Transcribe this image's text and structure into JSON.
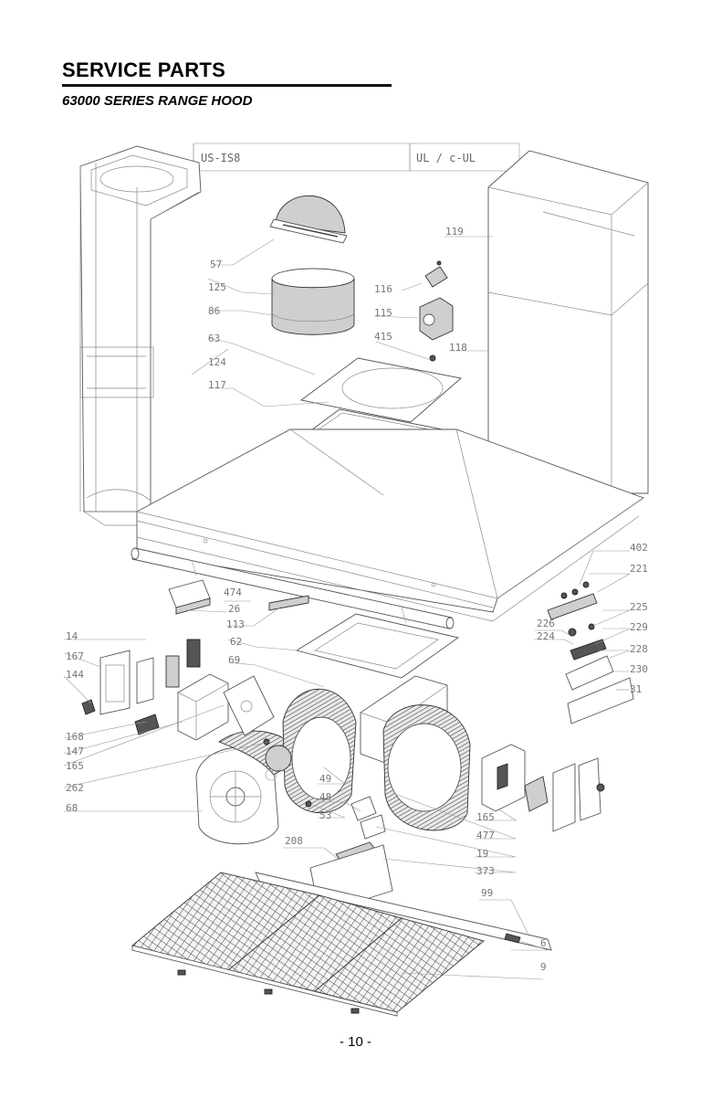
{
  "header": {
    "title": "SERVICE PARTS",
    "subtitle": "63000 SERIES RANGE HOOD"
  },
  "certification": {
    "left": "US-IS8",
    "right": "UL / c-UL"
  },
  "part_labels": [
    "57",
    "125",
    "86",
    "63",
    "124",
    "117",
    "119",
    "116",
    "115",
    "415",
    "118",
    "474",
    "26",
    "113",
    "62",
    "69",
    "14",
    "167",
    "144",
    "168",
    "147",
    "165",
    "262",
    "68",
    "49",
    "48",
    "53",
    "208",
    "165",
    "477",
    "19",
    "373",
    "99",
    "6",
    "9",
    "402",
    "221",
    "225",
    "226",
    "224",
    "229",
    "228",
    "230",
    "31"
  ],
  "footer": {
    "page_number": "- 10 -"
  }
}
